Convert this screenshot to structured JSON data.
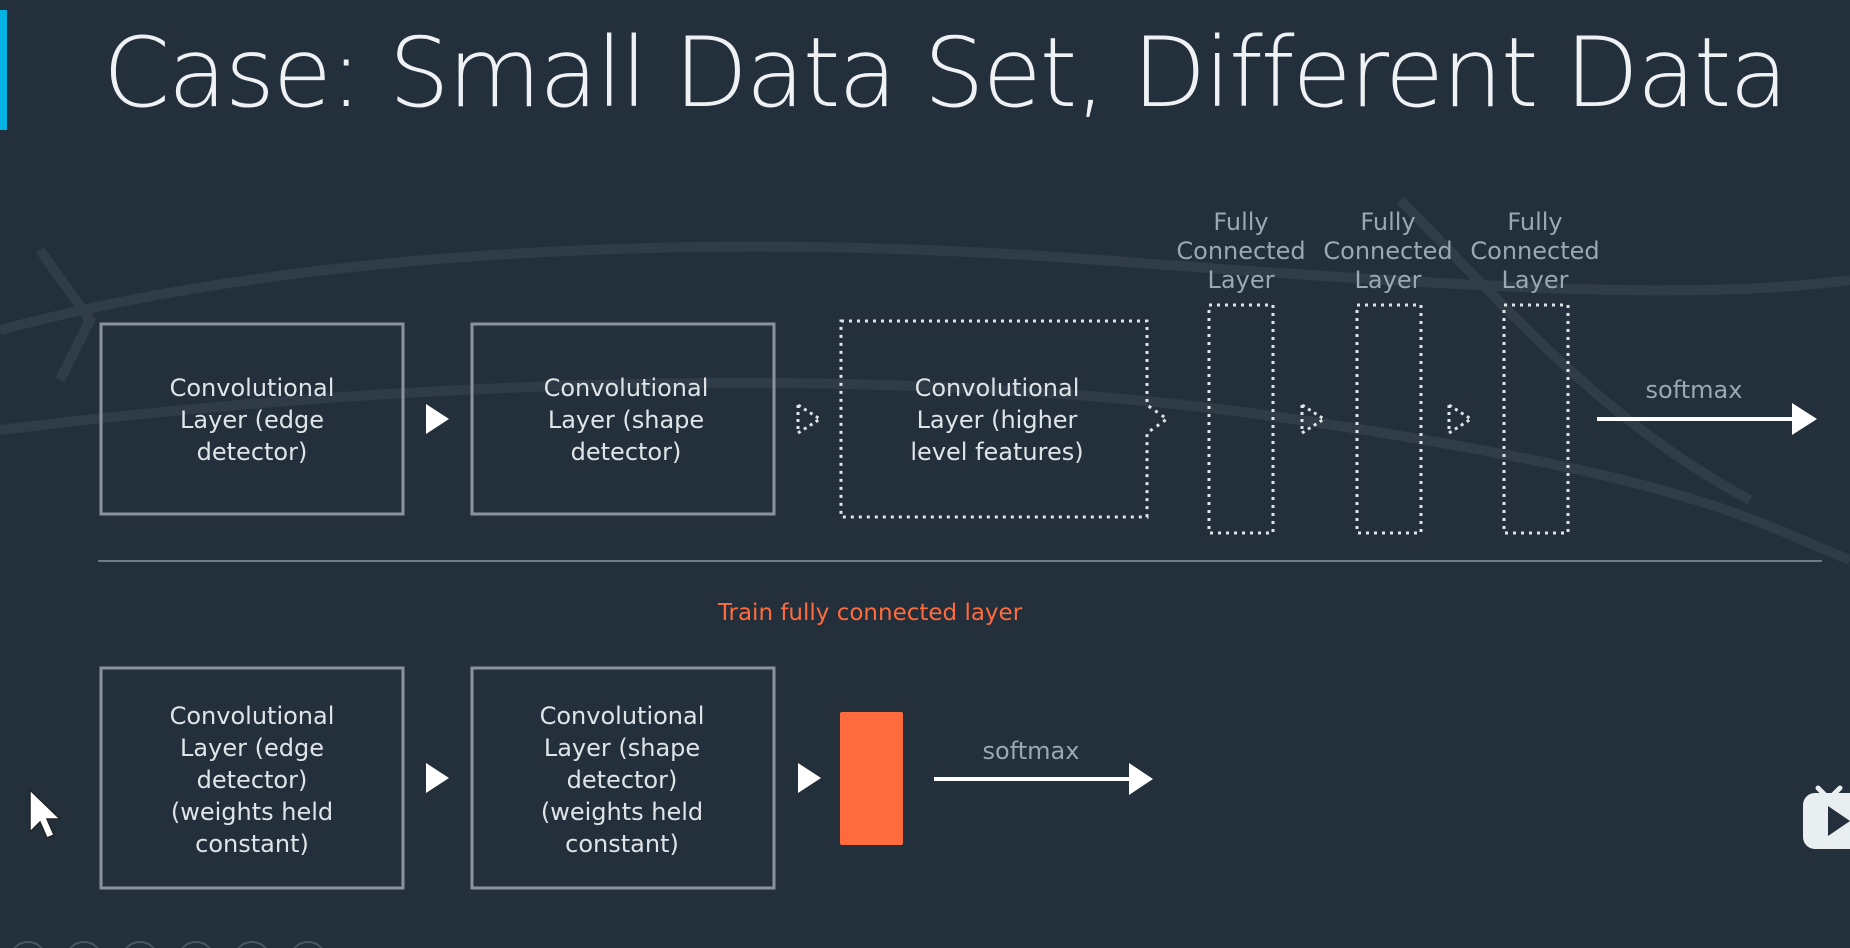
{
  "slide": {
    "title": "Case: Small Data Set, Different Data",
    "accent_color": "#02b3e4",
    "background": "#232f3b"
  },
  "top_row": {
    "conv_layers": [
      {
        "line1": "Convolutional",
        "line2": "Layer (edge",
        "line3": "detector)",
        "style": "solid"
      },
      {
        "line1": "Convolutional",
        "line2": "Layer (shape",
        "line3": "detector)",
        "style": "solid"
      },
      {
        "line1": "Convolutional",
        "line2": "Layer (higher",
        "line3": "level features)",
        "style": "dotted"
      }
    ],
    "fc_layers": [
      {
        "line1": "Fully",
        "line2": "Connected",
        "line3": "Layer"
      },
      {
        "line1": "Fully",
        "line2": "Connected",
        "line3": "Layer"
      },
      {
        "line1": "Fully",
        "line2": "Connected",
        "line3": "Layer"
      }
    ],
    "output_label": "softmax"
  },
  "bottom_row": {
    "caption": "Train fully connected layer",
    "caption_color": "#ff6b3d",
    "conv_layers": [
      {
        "line1": "Convolutional",
        "line2": "Layer (edge",
        "line3": "detector)",
        "line4": "(weights held",
        "line5": "constant)"
      },
      {
        "line1": "Convolutional",
        "line2": "Layer (shape",
        "line3": "detector)",
        "line4": "(weights held",
        "line5": "constant)"
      }
    ],
    "new_layer_color": "#ff6b3d",
    "output_label": "softmax"
  },
  "icons": [
    "play-arrow-icon",
    "dotted-arrow-icon",
    "mouse-cursor-icon",
    "video-player-icon"
  ]
}
